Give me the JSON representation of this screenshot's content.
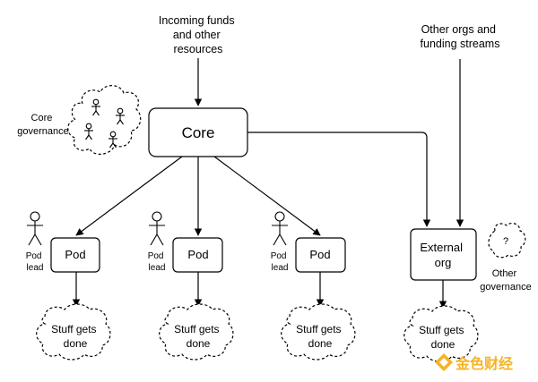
{
  "top_label_center": [
    "Incoming funds",
    "and other",
    "resources"
  ],
  "top_label_right": [
    "Other orgs and",
    "funding streams"
  ],
  "core_governance_label": [
    "Core",
    "governance"
  ],
  "core_box_label": "Core",
  "pods": [
    {
      "box_label": "Pod",
      "lead_label": [
        "Pod",
        "lead"
      ],
      "outcome_label": [
        "Stuff gets",
        "done"
      ]
    },
    {
      "box_label": "Pod",
      "lead_label": [
        "Pod",
        "lead"
      ],
      "outcome_label": [
        "Stuff gets",
        "done"
      ]
    },
    {
      "box_label": "Pod",
      "lead_label": [
        "Pod",
        "lead"
      ],
      "outcome_label": [
        "Stuff gets",
        "done"
      ]
    }
  ],
  "external_org": {
    "box_label": [
      "External",
      "org"
    ],
    "governance_cloud_label": "?",
    "governance_label": [
      "Other",
      "governance"
    ],
    "outcome_label": [
      "Stuff gets",
      "done"
    ]
  },
  "watermark": {
    "text": "金色财经",
    "color": "#f5b325"
  }
}
